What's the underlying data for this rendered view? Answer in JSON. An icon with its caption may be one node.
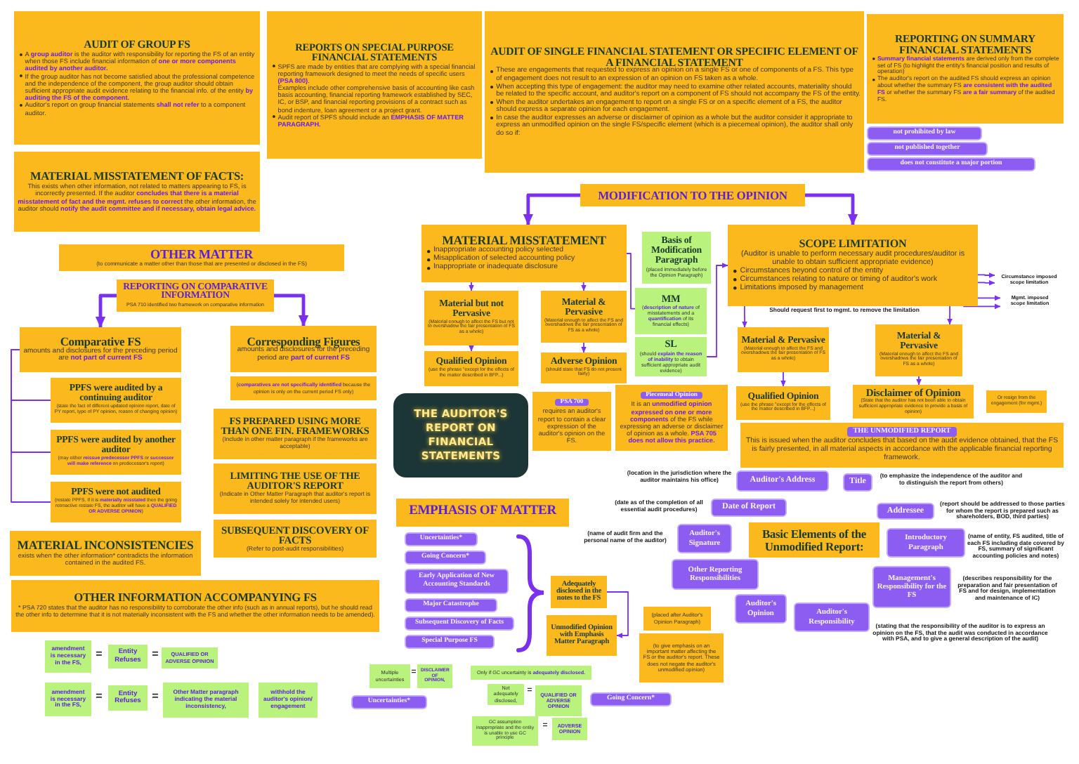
{
  "diagram": {
    "nodes": [
      {
        "text": [
          "AUDIT OF GROUP FS",
          "A **group auditor** is the auditor with responsibility for reporting the FS of an entity when those FS include financial information of **one or more components audited by another auditor.**",
          "If the group auditor has not become satisfied about the professional competence and the independence of the component, the group auditor should obtain sufficient appropriate audit evidence relating to the financial info. of the entity **by auditing the FS of the component.**",
          "Auditor's report on group financial statements **shall not refer** to a component auditor."
        ]
      },
      {
        "text": [
          "REPORTS ON SPECIAL PURPOSE FINANCIAL STATEMENTS",
          "SPFS are made by entities that are complying with a special financial reporting framework designed to meet the needs of specific users **(PSA 800)**.",
          "Examples include other comprehensive basis of accounting like cash basis accounting, financial reporting framework established by SEC, IC, or BSP, and financial reporting provisions of a contract such as bond indenture, loan agreement or a project grant.",
          "Audit report of SPFS should include an **EMPHASIS OF MATTER PARAGRAPH.**"
        ]
      },
      {
        "text": [
          "AUDIT OF SINGLE FINANCIAL STATEMENT OR SPECIFIC ELEMENT OF A FINANCIAL STATEMENT",
          "These are engagements that requested to express an opinion on a single FS or one of components of a FS. This type of engagement does not result to an expression of an opinion on FS taken as a whole.",
          "When accepting this type of engagement: the auditor may need to examine other related accounts, materiality should be related to the specific account, and auditor's report on a component of FS should not accompany the FS of the entity.",
          "When the auditor undertakes an engagement to report on a single FS or on a specific element of a FS, the auditor should express a separate opinion for each engagement.",
          "In case the auditor expresses an adverse or disclaimer of opinion as a whole but the auditor consider it appropriate to express an unmodified opinion on the single FS/specific element (which is a piecemeal opinion), the auditor shall only do so if:"
        ]
      },
      {
        "text": [
          "REPORTING ON SUMMARY FINANCIAL STATEMENTS",
          "**Summary financial statements** are derived only from the complete set of FS (to highlight the entity's financial position and results of operation)",
          "The auditor's report on the audited FS should express an opinion about whether the summary FS **are consistent with the audited FS** or whether the summary FS **are a fair summary** of the audited FS."
        ]
      },
      {
        "text": [
          "not prohibited by law"
        ]
      },
      {
        "text": [
          "not published together"
        ]
      },
      {
        "text": [
          "does not constitute a major portion"
        ]
      },
      {
        "text": [
          "MATERIAL MISSTATEMENT OF FACTS:",
          "This exists when other information, not related to matters appearing to FS, is incorrectly presented. If the auditor **concludes that there is a material misstatement of fact and the mgmt. refuses to correct** the other information, the auditor should **notify the audit committee and if necessary, obtain legal advice.**"
        ]
      },
      {
        "text": [
          "MODIFICATION TO THE OPINION"
        ]
      },
      {
        "text": [
          "OTHER MATTER",
          "(to communicate a matter other than those that are presented or disclosed in the FS)"
        ]
      },
      {
        "text": [
          "REPORTING ON COMPARATIVE INFORMATION",
          "PSA 710 identified two framework on comparative information"
        ]
      },
      {
        "text": [
          "MATERIAL MISSTATEMENT",
          "Inappropriate accounting policy selected",
          "Misapplication of selected accounting policy",
          "Inappropriate or inadequate disclosure"
        ]
      },
      {
        "text": [
          "Basis of Modification Paragraph",
          "(placed immediately before the Opinion Paragraph)"
        ]
      },
      {
        "text": [
          "MM",
          "(**description of nature** of misstatements and a **quantification** of its financial effects)"
        ]
      },
      {
        "text": [
          "SCOPE LIMITATION",
          "(Auditor is unable to perform necessary audit procedures/auditor is unable to obtain sufficient appropriate evidence)",
          "Circumstances beyond control of the entity",
          "Circumstances relating to nature or timing of auditor's work",
          "Limitations imposed by management"
        ]
      },
      {
        "text": [
          "Circumstance imposed scope limitation"
        ]
      },
      {
        "text": [
          "Mgmt. imposed scope limitation"
        ]
      },
      {
        "text": [
          "Comparative FS",
          "amounts and disclosures for the preceding period are **not part of current FS**"
        ]
      },
      {
        "text": [
          "Corresponding Figures",
          "amounts and disclosures for the preceding period are **part of current FS**"
        ]
      },
      {
        "text": [
          "Material but not Pervasive",
          "(Material enough to affect the FS but not to overshadow the fair presentation of FS as a whole)"
        ]
      },
      {
        "text": [
          "Material & Pervasive",
          "(Material enough to affect the FS and overshadows the fair presentation of FS as a whole)"
        ]
      },
      {
        "text": [
          "SL",
          "(should **explain the reason of inability** to obtain sufficient appropriate audit evidence)"
        ]
      },
      {
        "text": [
          "Material & Pervasive",
          "(Material enough to affect the FS and overshadows the fair presentation of FS as a whole)"
        ]
      },
      {
        "text": [
          "Material & Pervasive",
          "(Material enough to affect the FS and overshadows the fair presentation of FS as a whole)"
        ]
      },
      {
        "text": [
          "PPFS were audited by a continuing auditor",
          "(state the fact of different updated opinion report, date of PY report, type of PY opinion, reason of changing opinion)"
        ]
      },
      {
        "text": [
          "(**comparatives are not specifically identified** because the opinion is only on the current period FS only)"
        ]
      },
      {
        "text": [
          "Qualified Opinion",
          "(use the phrase \"except for the effects of the matter described in BFP...)"
        ]
      },
      {
        "text": [
          "Adverse Opinion",
          "(should state that FS do not present fairly)"
        ]
      },
      {
        "text": [
          "Qualified Opinion",
          "(use the phrase \"except for the effects of the matter described in BFP...)"
        ]
      },
      {
        "text": [
          "Disclaimer of Opinion",
          "(State that the auditor has not been able to obtain sufficient appropriate evidence to provide a basis of opinion)"
        ]
      },
      {
        "text": [
          "Or resign from the engagement (for mgmt.)"
        ]
      },
      {
        "text": [
          "THE AUDITOR'S REPORT ON FINANCIAL STATEMENTS"
        ]
      },
      {
        "text": [
          "PSA 700",
          "requires an auditor's report to contain a clear expression of the auditor's opinion on the FS."
        ]
      },
      {
        "text": [
          "Piecemeal Opinion",
          "It is an **unmodified opinion expressed on one or more components** of the FS while expressing an adverse or disclaimer of opinion as a whole. **PSA 705 does not allow this practice.**"
        ]
      },
      {
        "text": [
          "FS PREPARED USING MORE THAN ONE FIN. FRAMEWORKS",
          "(Include in other matter paragraph if the frameworks are acceptable)"
        ]
      },
      {
        "text": [
          "PPFS were audited by another auditor",
          "(may either **reissue predecessor PPFS** or **successor will make reference** on predecessor's report)"
        ]
      },
      {
        "text": [
          "THE UNMODIFIED REPORT",
          "This is issued when the auditor concludes that based on the audit evidence obtained, that the FS is fairly presented, in all material aspects in accordance with the applicable financial reporting framework."
        ]
      },
      {
        "text": [
          "LIMITING THE USE OF THE AUDITOR'S REPORT",
          "(Indicate in Other Matter Paragraph that auditor's report is intended solely for intended users)"
        ]
      },
      {
        "text": [
          "PPFS were not audited",
          "(restate PPFS. If it is **materially misstated** then the going retroactive restate FS, the auditor will have a **QUALIFIED OR ADVERSE OPINION**)"
        ]
      },
      {
        "text": [
          "Auditor's Address"
        ],
        "beside": [
          "(location in the jurisdiction where the auditor maintains his office)"
        ]
      },
      {
        "text": [
          "Title"
        ],
        "beside": [
          "(to emphasize the independence of the auditor and to distinguish the report from others)"
        ]
      },
      {
        "text": [
          "EMPHASIS OF MATTER"
        ]
      },
      {
        "text": [
          "Date of Report"
        ],
        "beside": [
          "(date as of the completion of all essential audit procedures)"
        ]
      },
      {
        "text": [
          "Addressee"
        ],
        "beside": [
          "(report should be addressed to those parties for whom the report is prepared such as shareholders, BOD, third parties)"
        ]
      },
      {
        "text": [
          "SUBSEQUENT DISCOVERY OF FACTS",
          "(Refer to post-audit responsibilities)"
        ]
      },
      {
        "text": [
          "Auditor's Signature"
        ],
        "beside": [
          "(name of audit firm and the personal name of the auditor)"
        ]
      },
      {
        "text": [
          "Basic Elements of the Unmodified Report:"
        ]
      },
      {
        "text": [
          "Introductory Paragraph"
        ],
        "beside": [
          "(name of entity, FS audited, title of each FS including date covered by FS, summary of significant accounting policies and notes)"
        ]
      },
      {
        "text": [
          "MATERIAL INCONSISTENCIES",
          "exists when the other information* contradicts the information contained in the audited FS."
        ]
      },
      {
        "text": [
          "Uncertainties*"
        ]
      },
      {
        "text": [
          "Going Concern*"
        ]
      },
      {
        "text": [
          "Other Reporting Responsibilities"
        ]
      },
      {
        "text": [
          "Management's Responsibility for the FS"
        ],
        "beside": [
          "(describes responsibility for the preparation and fair presentation of FS and for design, implementation and maintenance of IC)"
        ]
      },
      {
        "text": [
          "Adequately disclosed in the notes to the FS"
        ]
      },
      {
        "text": [
          "Early Application of New Accounting Standards"
        ]
      },
      {
        "text": [
          "OTHER INFORMATION ACCOMPANYING FS",
          "* PSA 720 states that the auditor has no responsibility to corroborate the other info (such as in annual reports), but he should read the other info to determine that it is not materially inconsistent with the FS and whether the other information needs to be amended)."
        ]
      },
      {
        "text": [
          "Auditor's Opinion"
        ]
      },
      {
        "text": [
          "Auditor's Responsibility"
        ],
        "beside": [
          "(stating that the responsibility of the auditor is to express an opinion on the FS, that the audit was conducted in accordance with PSA, and to give a general description of the audit)"
        ]
      },
      {
        "text": [
          "(placed after Auditor's Opinion Paragraph)"
        ]
      },
      {
        "text": [
          "Major Catastrophe"
        ]
      },
      {
        "text": [
          "Subsequent Discovery of Facts"
        ]
      },
      {
        "text": [
          "Unmodified Opinion with Emphasis Matter Paragraph"
        ]
      },
      {
        "text": [
          "(to give emphasis on an important matter affecting the FS or the auditor's report. These does not negate the auditor's unmodified opinion)"
        ]
      },
      {
        "text": [
          "Special Purpose FS"
        ]
      },
      {
        "text": [
          "amendment is necessary in the FS,"
        ]
      },
      {
        "text": [
          "Entity Refuses"
        ]
      },
      {
        "text": [
          "QUALIFIED OR ADVERSE OPINION"
        ]
      },
      {
        "text": [
          "Multiple uncertainties"
        ]
      },
      {
        "text": [
          "DISCLAIMER OF OPINION,"
        ]
      },
      {
        "text": [
          "Only if GC uncertainty is **adequately disclosed.**"
        ]
      },
      {
        "text": [
          "amendment is necessary in the FS,"
        ]
      },
      {
        "text": [
          "Entity Refuses"
        ]
      },
      {
        "text": [
          "Other Matter paragraph indicating the material inconsistency,"
        ]
      },
      {
        "text": [
          "withhold the auditor's opinion/ engagement"
        ]
      },
      {
        "text": [
          "Not adequately disclosed,"
        ]
      },
      {
        "text": [
          "QUALIFIED OR ADVERSE OPINION"
        ]
      },
      {
        "text": [
          "Uncertainties*"
        ]
      },
      {
        "text": [
          "Going Concern*"
        ]
      },
      {
        "text": [
          "GC assumption inappropriate and the entity is unable to use GC principle"
        ]
      },
      {
        "text": [
          "ADVERSE OPINION"
        ]
      }
    ],
    "edges": [
      {
        "from": 10,
        "to": 17,
        "arrow": "to",
        "style": "thick"
      },
      {
        "from": 10,
        "to": 18,
        "arrow": "to",
        "style": "thick"
      },
      {
        "from": 17,
        "to": 24,
        "arrow": "none"
      },
      {
        "from": 17,
        "to": 35,
        "arrow": "none"
      },
      {
        "from": 17,
        "to": 38,
        "arrow": "none"
      },
      {
        "from": 8,
        "to": 11,
        "arrow": "to",
        "style": "thick"
      },
      {
        "from": 8,
        "to": 14,
        "arrow": "to",
        "style": "thick"
      },
      {
        "from": 11,
        "to": 19,
        "arrow": "to"
      },
      {
        "from": 11,
        "to": 20,
        "arrow": "to"
      },
      {
        "from": 19,
        "to": 26,
        "arrow": "to"
      },
      {
        "from": 20,
        "to": 27,
        "arrow": "to"
      },
      {
        "from": 11,
        "to": 13,
        "arrow": "none"
      },
      {
        "from": 21,
        "to": 14,
        "arrow": "to"
      },
      {
        "from": 14,
        "to": 22,
        "arrow": "to"
      },
      {
        "from": 14,
        "to": 23,
        "arrow": "to"
      },
      {
        "from": 22,
        "to": 28,
        "arrow": "to"
      },
      {
        "from": 23,
        "to": 29,
        "arrow": "to"
      },
      {
        "from": 14,
        "to": 15,
        "arrow": "to"
      },
      {
        "from": 14,
        "to": 15,
        "arrow": "to"
      },
      {
        "from": 14,
        "to": 16,
        "arrow": "to"
      },
      {
        "from": 14,
        "to": 16,
        "arrow": "to"
      },
      {
        "from": 53,
        "to": 61,
        "arrow": "to"
      }
    ],
    "labels": [
      "Should request first to mgmt. to remove the limitation",
      "=",
      "=",
      "=",
      "=",
      "=",
      "=",
      "="
    ]
  }
}
